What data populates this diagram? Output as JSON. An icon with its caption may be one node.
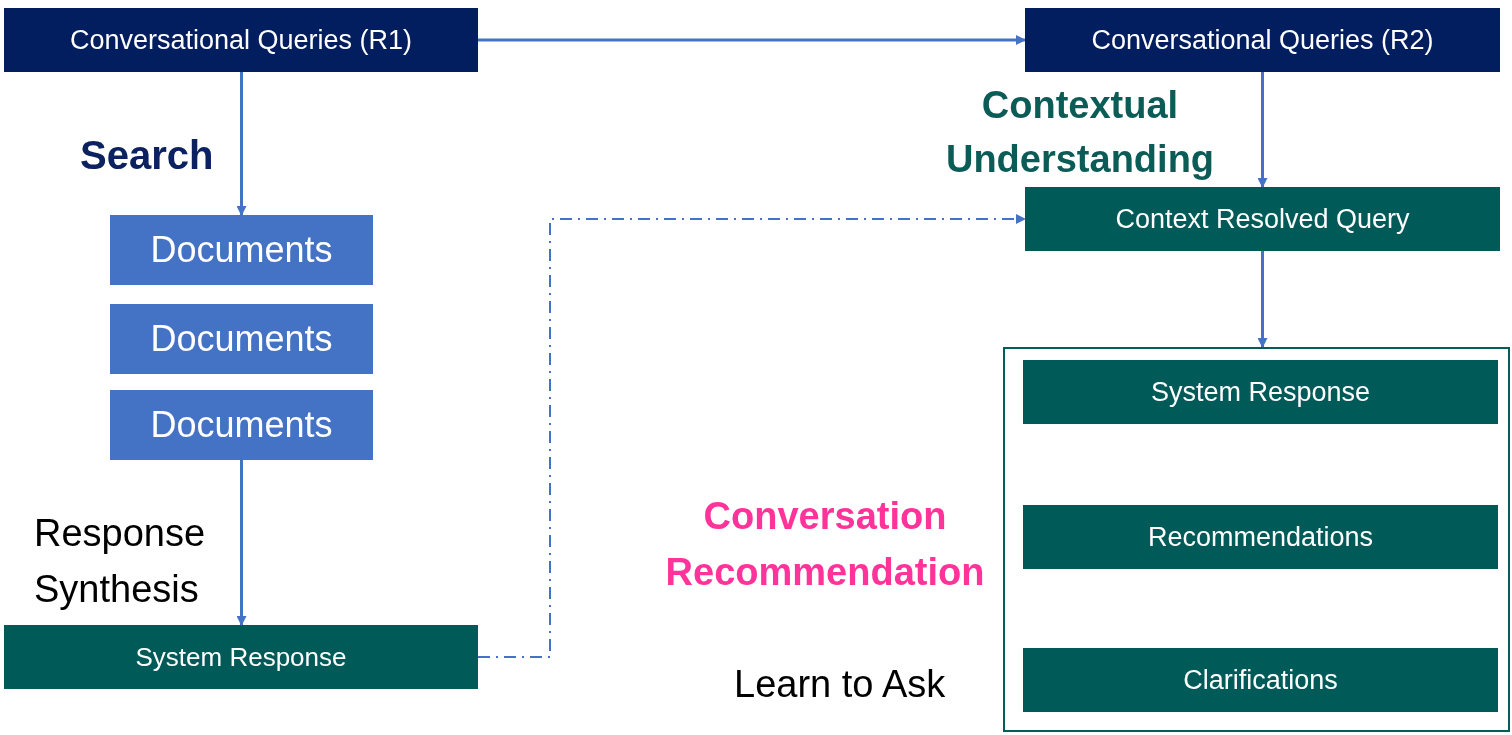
{
  "diagram": {
    "nodes": [
      {
        "text": [
          "Conversational Queries (R1)"
        ]
      },
      {
        "text": [
          "Documents"
        ]
      },
      {
        "text": [
          "Documents"
        ]
      },
      {
        "text": [
          "Documents"
        ]
      },
      {
        "text": [
          "System Response"
        ]
      },
      {
        "text": [
          "Conversational Queries (R2)"
        ]
      },
      {
        "text": [
          "Context Resolved Query"
        ]
      },
      {
        "text": [],
        "shape": "box"
      },
      {
        "text": [
          "System Response"
        ],
        "in": 7
      },
      {
        "text": [
          "Recommendations"
        ],
        "in": 7
      },
      {
        "text": [
          "Clarifications"
        ],
        "in": 7
      }
    ],
    "edges": [
      {
        "from": 0,
        "to": 1,
        "arrow": "to",
        "label": "Search"
      },
      {
        "from": 3,
        "to": 4,
        "arrow": "to",
        "label": "Response Synthesis"
      },
      {
        "from": 0,
        "to": 5,
        "arrow": "to"
      },
      {
        "from": 5,
        "to": 6,
        "arrow": "to",
        "label": "Contextual Understanding"
      },
      {
        "from": 4,
        "to": 6,
        "arrow": "to",
        "style": "dashed"
      },
      {
        "from": 6,
        "to": 7,
        "arrow": "to"
      }
    ],
    "labels": [
      "Conversation Recommendation",
      "Learn to Ask"
    ]
  }
}
